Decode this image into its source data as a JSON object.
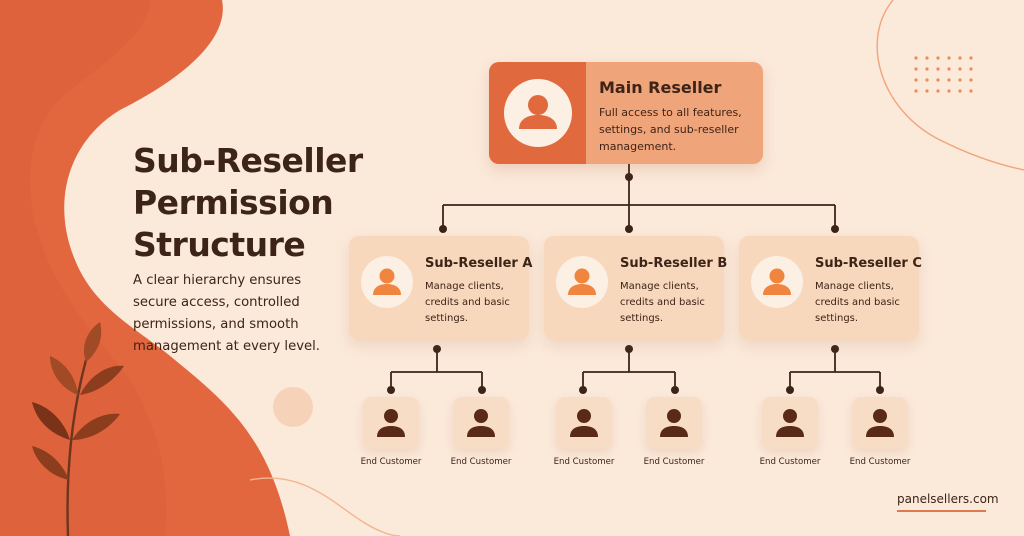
{
  "headline": [
    "Sub-Reseller",
    "Permission",
    "Structure"
  ],
  "subtext": [
    "A clear hierarchy ensures",
    "secure access, controlled",
    "permissions, and smooth",
    "management at every level."
  ],
  "main_reseller": {
    "title": "Main Reseller",
    "description": [
      "Full access to all features,",
      "settings, and sub-reseller",
      "management."
    ]
  },
  "sub_resellers": [
    {
      "title": "Sub-Reseller A",
      "description": [
        "Manage clients,",
        "credits and basic",
        "settings."
      ]
    },
    {
      "title": "Sub-Reseller B",
      "description": [
        "Manage clients,",
        "credits and basic",
        "settings."
      ]
    },
    {
      "title": "Sub-Reseller C",
      "description": [
        "Manage clients,",
        "credits and basic",
        "settings."
      ]
    }
  ],
  "end_customers": [
    "End Customer",
    "End Customer",
    "End Customer",
    "End Customer",
    "End Customer",
    "End Customer"
  ],
  "brand": "panelsellers.com",
  "colors": {
    "background": "#fbe9da",
    "accent": "#e06a3e",
    "main_card": "#f0a47a",
    "sub_card": "#f7d8bc",
    "text": "#3d2418",
    "sub_icon": "#f0853f"
  },
  "icons": {
    "main": "user-icon",
    "sub": "user-icon",
    "customer": "user-icon",
    "decor": "leaf-branch-icon"
  }
}
